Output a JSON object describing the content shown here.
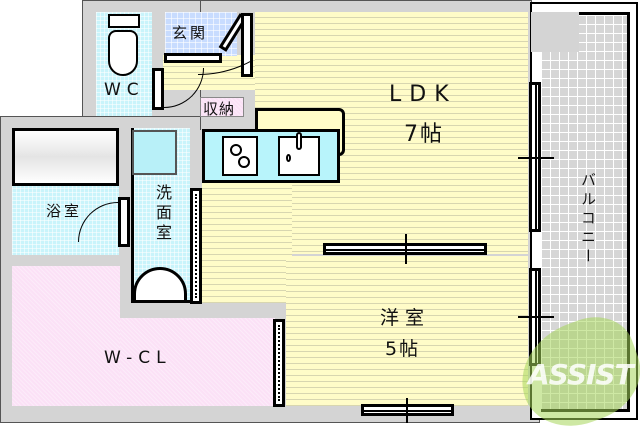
{
  "floorplan": {
    "rooms": {
      "ldk": {
        "name": "LDK",
        "size": "7帖"
      },
      "western_room": {
        "name": "洋室",
        "size": "5帖"
      },
      "wc": {
        "name": "WC"
      },
      "entrance": {
        "name": "玄関"
      },
      "storage": {
        "name": "収納"
      },
      "bathroom": {
        "name": "浴室"
      },
      "washroom": {
        "name": "洗面室"
      },
      "walk_in_closet": {
        "name": "W-CL"
      },
      "balcony": {
        "name": "バルコニー"
      }
    },
    "watermark": {
      "text": "ASSIST",
      "colors": {
        "letter": "#ffffff",
        "accent": "#e0304a",
        "swoosh": "#a6d65a"
      }
    },
    "colors": {
      "wall": "#d4d4d4",
      "wood_floor": "#fffcc8",
      "tile_floor": "#c9f4fb",
      "entrance_floor": "#c8dcff",
      "closet_floor": "#fbe1f6",
      "balcony_floor": "#d6d6d6"
    }
  }
}
